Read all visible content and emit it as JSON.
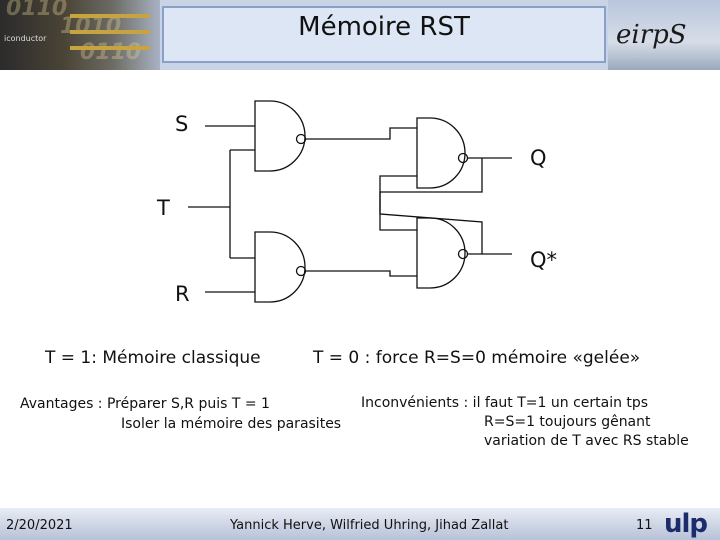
{
  "header": {
    "title": "Mémoire RST",
    "banner_text": "iconductor",
    "logo_text": "eirpS"
  },
  "diagram": {
    "inputs": {
      "s": "S",
      "t": "T",
      "r": "R"
    },
    "outputs": {
      "q": "Q",
      "q_star": "Q*"
    }
  },
  "notes": {
    "t1": "T = 1: Mémoire classique",
    "t0": "T = 0 : force R=S=0 mémoire «gelée»",
    "adv_1": "Avantages : Préparer S,R puis T = 1",
    "adv_2": "Isoler la mémoire des parasites",
    "inc_1": "Inconvénients : il faut T=1 un certain tps",
    "inc_2": "R=S=1 toujours gênant",
    "inc_3": "variation de T avec RS stable"
  },
  "footer": {
    "date": "2/20/2021",
    "authors": "Yannick Herve, Wilfried Uhring, Jihad Zallat",
    "page": "11",
    "logo": "ulp"
  },
  "colors": {
    "banner": "#c9d3e6",
    "title_border": "#8aa0c8",
    "footer": "#b7c2d8",
    "ulp_logo": "#1c2c6a"
  }
}
